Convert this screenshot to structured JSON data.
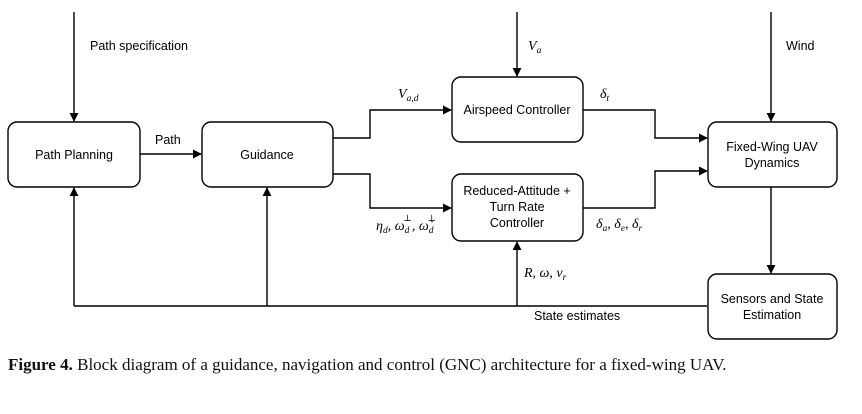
{
  "diagram": {
    "blocks": {
      "path_planning": "Path Planning",
      "guidance": "Guidance",
      "airspeed_controller": "Airspeed Controller",
      "reduced_attitude": [
        "Reduced-Attitude +",
        "Turn Rate",
        "Controller"
      ],
      "uav_dynamics": [
        "Fixed-Wing UAV",
        "Dynamics"
      ],
      "sensors": [
        "Sensors and State",
        "Estimation"
      ]
    },
    "inputs": {
      "path_specification": "Path specification",
      "wind": "Wind"
    },
    "signals": {
      "path": "Path",
      "state_estimates": "State estimates"
    }
  },
  "caption": {
    "label": "Figure 4.",
    "text": " Block diagram of a guidance, navigation and control (GNC) architecture for a fixed-wing UAV."
  }
}
